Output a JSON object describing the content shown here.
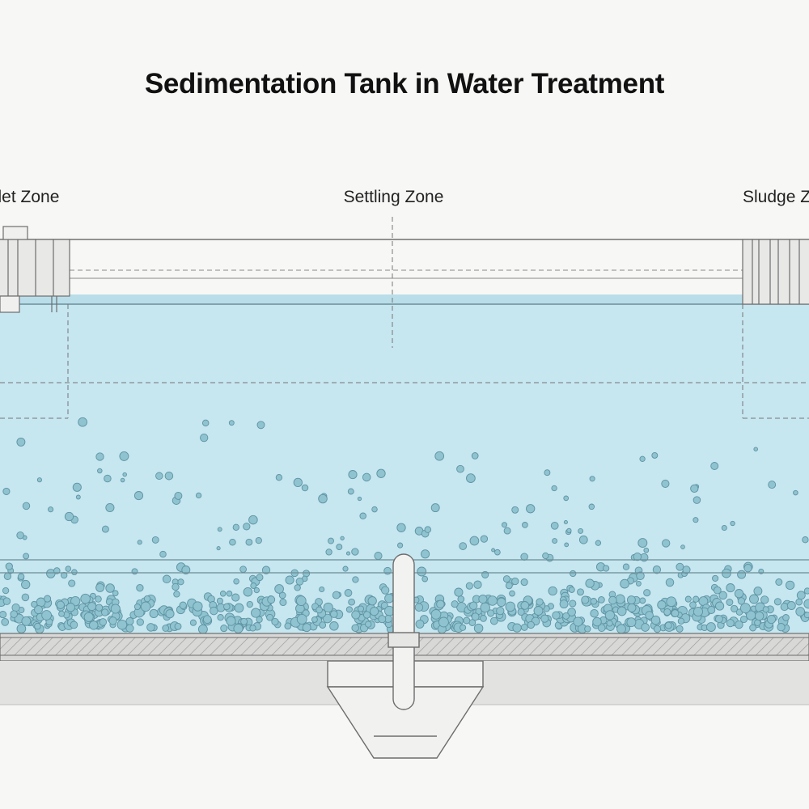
{
  "title": "Sedimentation Tank in Water Treatment",
  "zones": {
    "inlet": "Inlet Zone",
    "settling": "Settling Zone",
    "sludge": "Sludge Zone"
  },
  "colors": {
    "water": "#c6e6f0",
    "particle": "#8ec3cf",
    "particle_stroke": "#5f93a3",
    "line": "#6d6d6d",
    "floor": "#e0e0df"
  }
}
